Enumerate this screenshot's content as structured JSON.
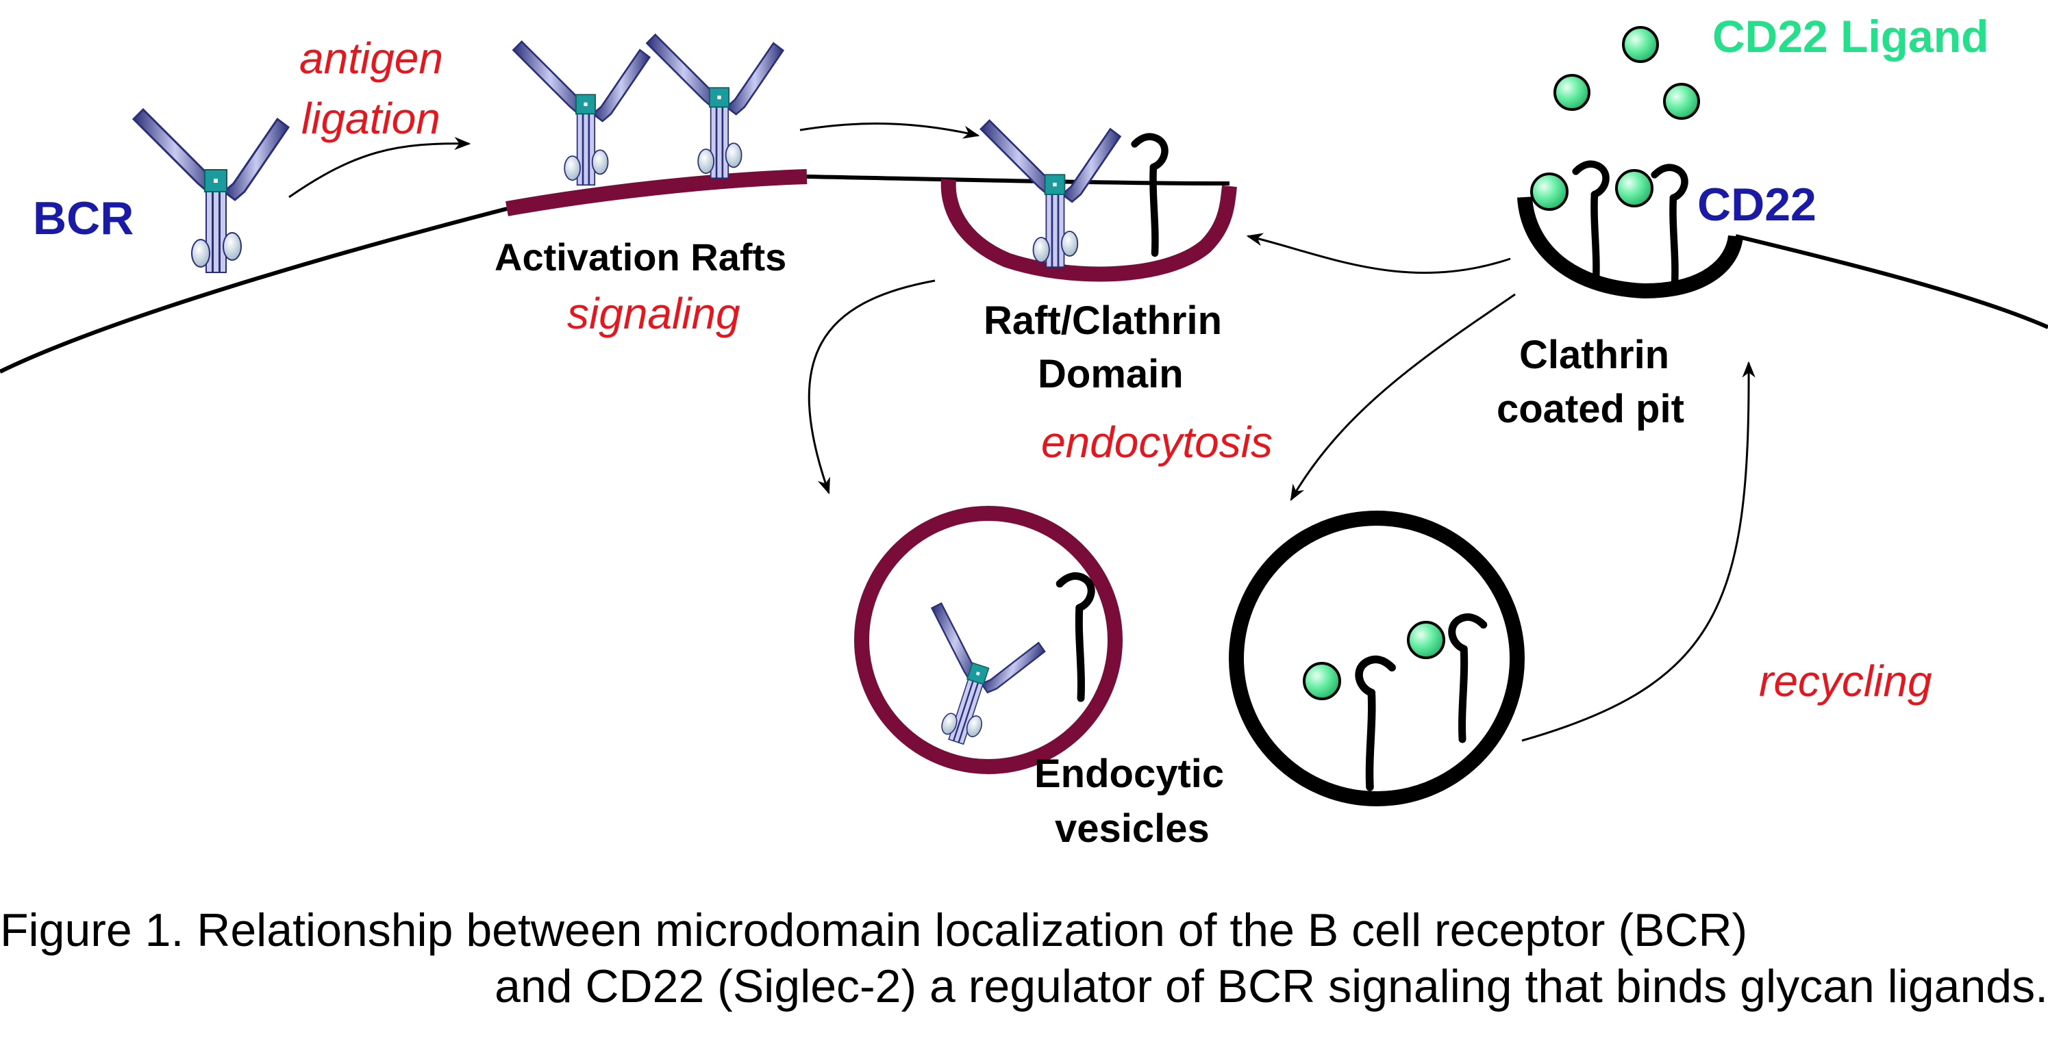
{
  "colors": {
    "label_blue": "#1a1aa8",
    "label_red": "#e8161c",
    "label_green": "#24e08a",
    "raft": "#7a0c39",
    "membrane": "#000000",
    "bcr_arm": "#4a4f9a",
    "bcr_center": "#1b9b9b",
    "ligand": "#5ee8a0"
  },
  "labels": {
    "bcr": "BCR",
    "antigen_1": "antigen",
    "antigen_2": "ligation",
    "activation_rafts": "Activation Rafts",
    "signaling": "signaling",
    "raft_clathrin_1": "Raft/Clathrin",
    "raft_clathrin_2": "Domain",
    "cd22_ligand": "CD22 Ligand",
    "cd22": "CD22",
    "clathrin_1": "Clathrin",
    "clathrin_2": "coated pit",
    "endocytosis": "endocytosis",
    "endocytic_1": "Endocytic",
    "endocytic_2": "vesicles",
    "recycling": "recycling"
  },
  "caption": {
    "line1": "Figure 1. Relationship between microdomain localization of the B cell receptor (BCR)",
    "line2": "and CD22 (Siglec-2) a regulator of BCR signaling that binds glycan ligands."
  }
}
